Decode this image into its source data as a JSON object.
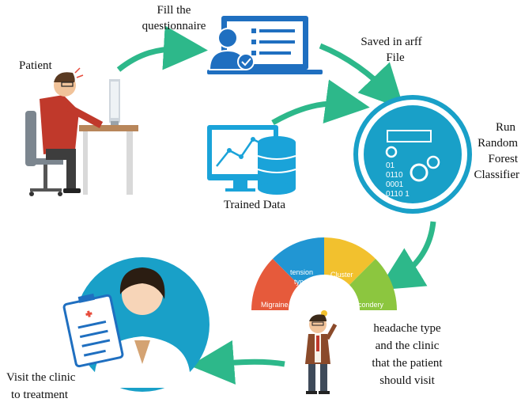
{
  "steps": {
    "patient": "Patient",
    "fill_line1": "Fill the",
    "fill_line2": "questionnaire",
    "saved_line1": "Saved in arff",
    "saved_line2": "File",
    "run_line1": "Run",
    "run_line2": "Random",
    "run_line3": "Forest",
    "run_line4": "Classifier",
    "trained": "Trained Data",
    "result_line1": "headache type",
    "result_line2": "and the clinic",
    "result_line3": "that the patient",
    "result_line4": "should visit",
    "visit_line1": "Visit  the clinic",
    "visit_line2": "to treatment"
  },
  "binary": [
    "01",
    "0110",
    "0001",
    "0110 1"
  ],
  "gauge": {
    "segments": [
      "Migraine",
      "tension",
      "type",
      "Cluster",
      "Secondery"
    ]
  },
  "colors": {
    "arrow": "#2db88a",
    "laptop": "#1f6fc0",
    "circle": "#19a0c8",
    "migraine": "#e65a3b",
    "tension": "#2196d3",
    "cluster": "#f2c12e",
    "secondary": "#8cc63f",
    "doctor_bg": "#19a0c8"
  }
}
